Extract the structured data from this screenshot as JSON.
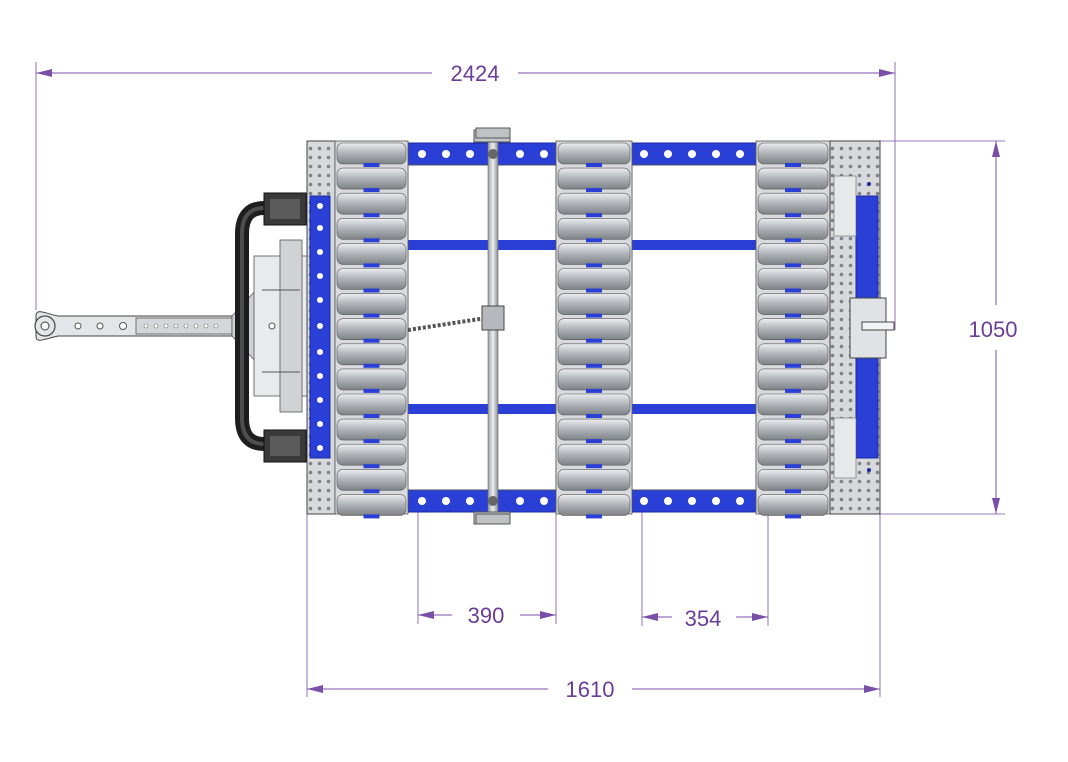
{
  "dimensions": {
    "overall_length": "2424",
    "frame_length": "1610",
    "width": "1050",
    "gap_left": "390",
    "gap_right": "354"
  },
  "colors": {
    "frame_blue": "#2a3fd6",
    "frame_blue_dark": "#1a2aa0",
    "roller_grey": "#a9adb3",
    "plate_grey": "#c9cbcf",
    "dimension": "#7a4fa8",
    "outline": "#3a3a3a"
  }
}
